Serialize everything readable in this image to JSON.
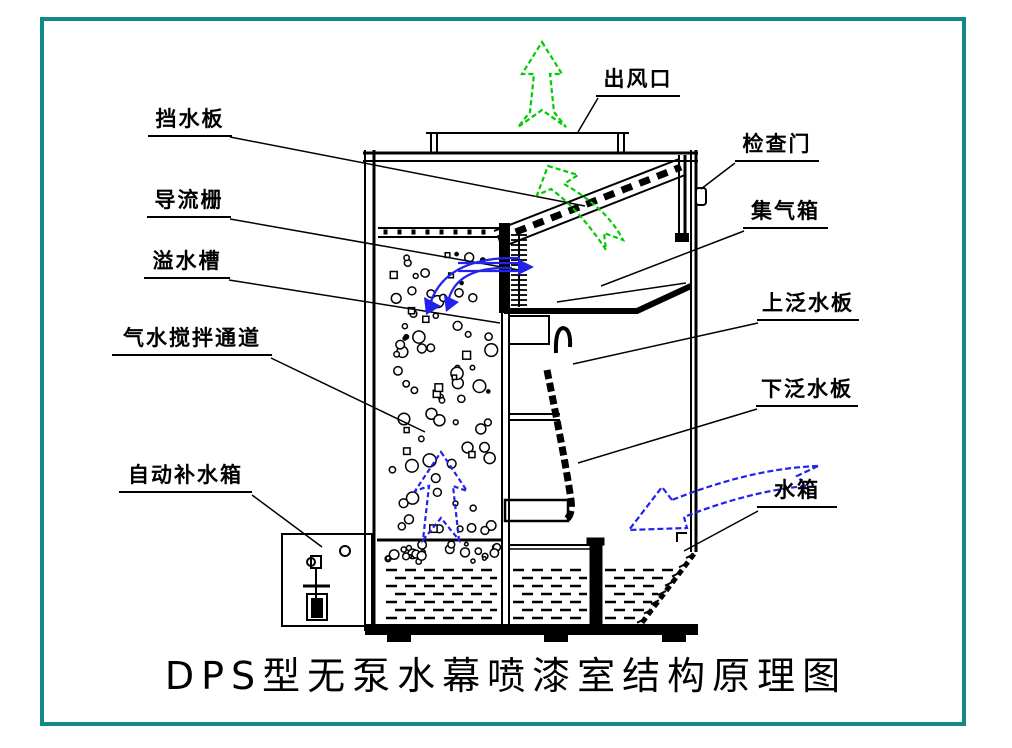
{
  "diagram": {
    "title": "DPS型无泵水幕喷漆室结构原理图",
    "labels": [
      {
        "id": "baffle-plate",
        "text": "挡水板"
      },
      {
        "id": "flow-guide-grille",
        "text": "导流栅"
      },
      {
        "id": "overflow-trough",
        "text": "溢水槽"
      },
      {
        "id": "air-water-mixing-channel",
        "text": "气水搅拌通道"
      },
      {
        "id": "auto-water-refill-tank",
        "text": "自动补水箱"
      },
      {
        "id": "air-outlet",
        "text": "出风口"
      },
      {
        "id": "inspection-door",
        "text": "检查门"
      },
      {
        "id": "gas-collection-box",
        "text": "集气箱"
      },
      {
        "id": "upper-flashing-board",
        "text": "上泛水板"
      },
      {
        "id": "lower-flashing-board",
        "text": "下泛水板"
      },
      {
        "id": "water-tank",
        "text": "水箱"
      }
    ],
    "colors": {
      "border": "#128989",
      "line": "#000000",
      "airflow_arrow": "#00cc00",
      "waterflow_arrow": "#2222ee",
      "background": "#ffffff"
    }
  }
}
